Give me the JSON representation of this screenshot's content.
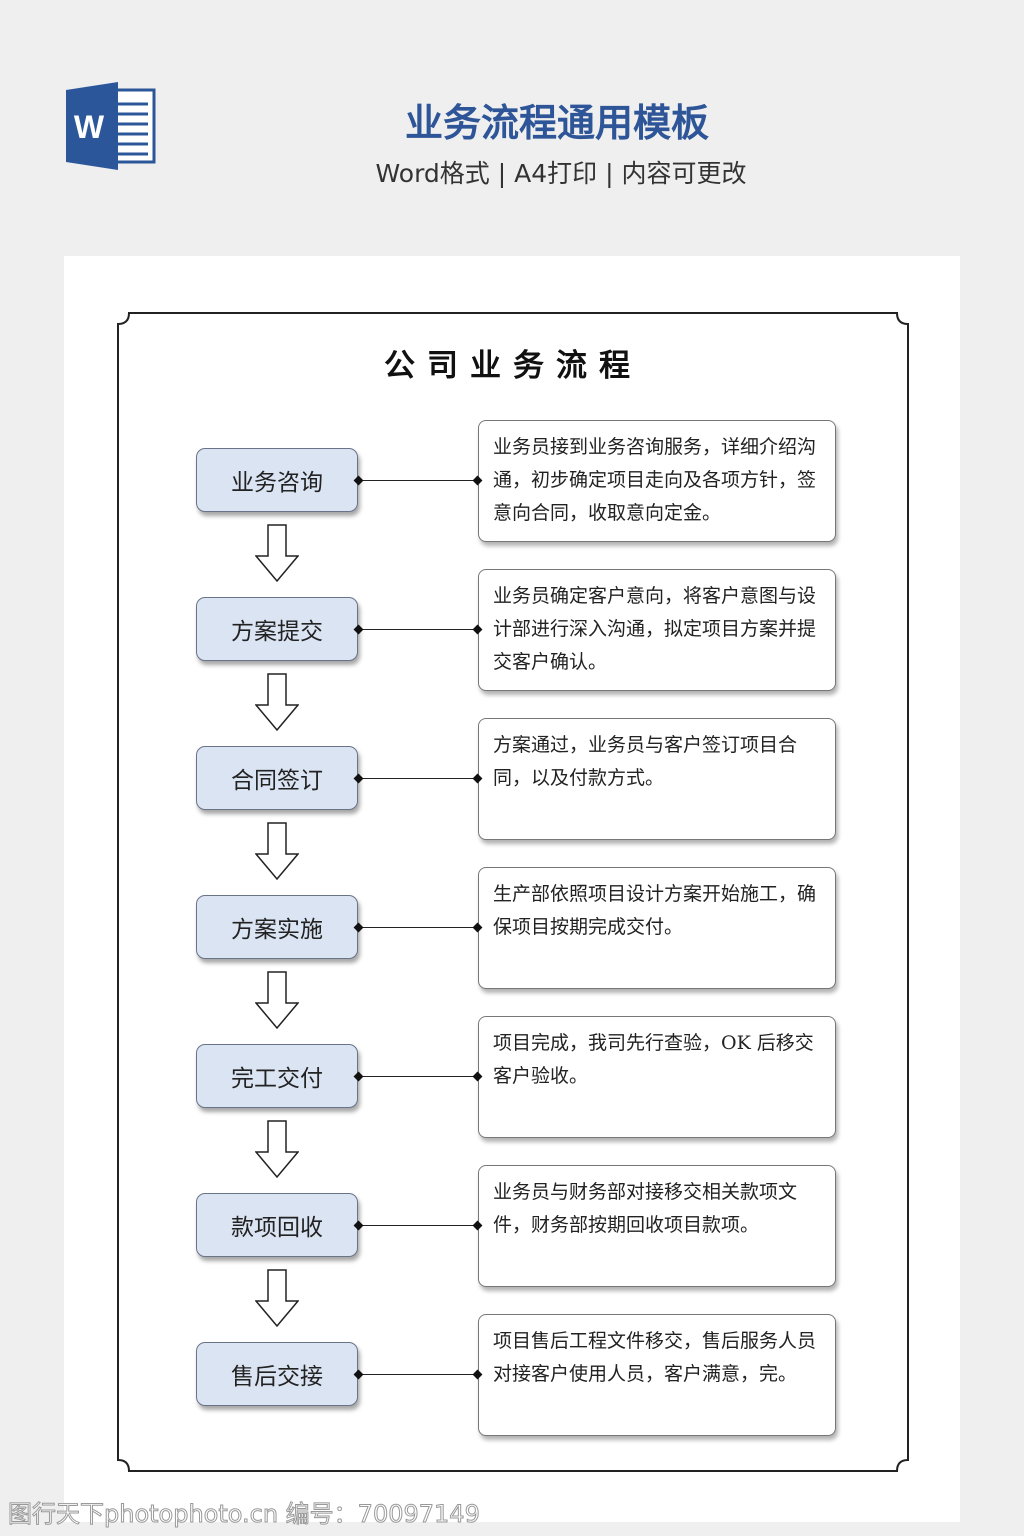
{
  "header": {
    "title": "业务流程通用模板",
    "subtitle": "Word格式 | A4打印 | 内容可更改",
    "logo_letter": "W"
  },
  "document": {
    "title": "公司业务流程",
    "steps": [
      {
        "label": "业务咨询",
        "description": "业务员接到业务咨询服务，详细介绍沟通，初步确定项目走向及各项方针，签意向合同，收取意向定金。"
      },
      {
        "label": "方案提交",
        "description": "业务员确定客户意向，将客户意图与设计部进行深入沟通，拟定项目方案并提交客户确认。"
      },
      {
        "label": "合同签订",
        "description": "方案通过，业务员与客户签订项目合同，以及付款方式。"
      },
      {
        "label": "方案实施",
        "description": "生产部依照项目设计方案开始施工，确保项目按期完成交付。"
      },
      {
        "label": "完工交付",
        "description": "项目完成，我司先行查验，OK 后移交客户验收。"
      },
      {
        "label": "款项回收",
        "description": "业务员与财务部对接移交相关款项文件，财务部按期回收项目款项。"
      },
      {
        "label": "售后交接",
        "description": "项目售后工程文件移交，售后服务人员对接客户使用人员，客户满意，完。"
      }
    ]
  },
  "watermark": "图行天下photophoto.cn 编号：70097149",
  "colors": {
    "title": "#2d5597",
    "step_fill": "#dbe4f3"
  }
}
